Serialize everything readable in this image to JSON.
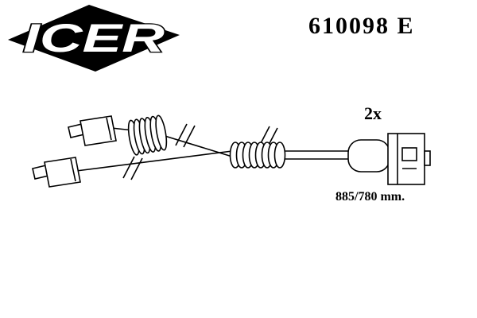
{
  "page": {
    "background": "#ffffff",
    "ink": "#000000"
  },
  "logo": {
    "brand": "ICER"
  },
  "header": {
    "part_number": "610098 E"
  },
  "diagram": {
    "quantity_label": "2x",
    "dimension_label": "885/780 mm."
  }
}
